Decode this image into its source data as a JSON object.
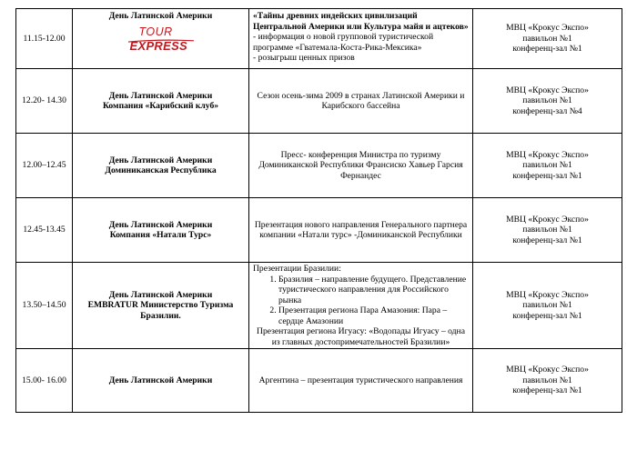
{
  "rows": [
    {
      "time": "11.15-12.00",
      "event_lines": [
        "День Латинской Америки"
      ],
      "logo": {
        "line1": "TOUR",
        "line2": "EXPRESS",
        "color": "#c0181e"
      },
      "desc_lines": [
        "«Тайны древних индейских цивилизаций Центральной Америки или Культура майя и ацтеков»",
        "-  информация о новой групповой туристической программе «Гватемала-Коста-Рика-Мексика»",
        "- розыгрыш ценных призов"
      ],
      "place_lines": [
        "МВЦ «Крокус Экспо»",
        "павильон №1",
        "конференц-зал №1"
      ]
    },
    {
      "time": "12.20- 14.30",
      "event_lines": [
        "День Латинской Америки",
        "Компания «Карибский клуб»"
      ],
      "desc_lines": [
        "Сезон осень-зима 2009 в странах Латинской Америки и Карибского бассейна"
      ],
      "place_lines": [
        "МВЦ «Крокус Экспо»",
        "павильон №1",
        "конференц-зал №4"
      ]
    },
    {
      "time": "12.00–12.45",
      "event_lines": [
        "День Латинской Америки",
        "Доминиканская Республика"
      ],
      "desc_lines": [
        "Пресс- конференция Министра по туризму Доминиканской Республики Франсиско Хавьер Гарсия Фернандес"
      ],
      "place_lines": [
        "МВЦ «Крокус Экспо»",
        "павильон №1",
        "конференц-зал №1"
      ]
    },
    {
      "time": "12.45-13.45",
      "event_lines": [
        "День Латинской Америки",
        "Компания «Натали Турс»"
      ],
      "desc_lines": [
        "Презентация нового направления Генерального партнера компании «Натали турс» -Доминиканской Республики"
      ],
      "place_lines": [
        "МВЦ «Крокус Экспо»",
        "павильон №1",
        "конференц-зал №1"
      ]
    },
    {
      "time": "13.50–14.50",
      "event_lines": [
        "День Латинской Америки",
        "EMBRATUR Министерство Туризма Бразилии."
      ],
      "desc_intro": "Презентации Бразилии:",
      "desc_items": [
        "Бразилия – направление будущего. Представление туристического направления для Российского рынка",
        "Презентация региона Пара Амазония:  Пара – сердце Амазонии"
      ],
      "desc_outro": "Презентация региона Игуасу: «Водопады Игуасу – одна из главных достопримечательностей Бразилии»",
      "place_lines": [
        "МВЦ «Крокус Экспо»",
        "павильон №1",
        "конференц-зал №1"
      ]
    },
    {
      "time": "15.00- 16.00",
      "event_lines": [
        "День Латинской Америки"
      ],
      "desc_lines": [
        "Аргентина – презентация туристического направления"
      ],
      "place_lines": [
        "МВЦ «Крокус Экспо»",
        "павильон №1",
        "конференц-зал №1"
      ]
    }
  ]
}
